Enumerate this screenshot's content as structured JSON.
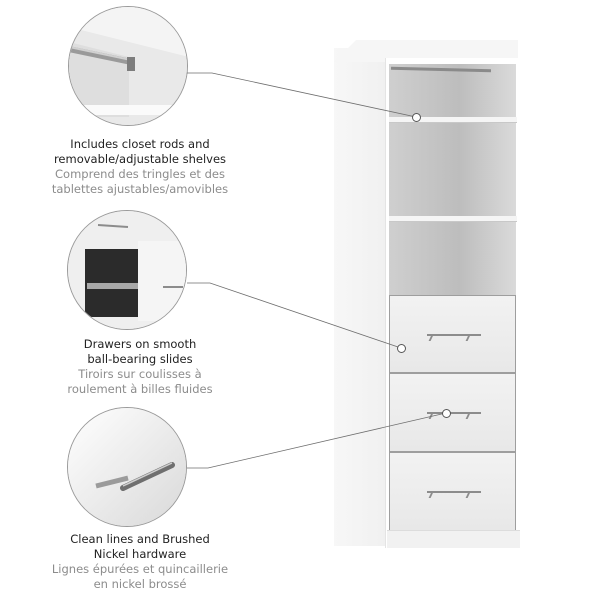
{
  "features": [
    {
      "title_en": "Includes closet rods and removable/adjustable shelves",
      "title_en_line1": "Includes closet rods and",
      "title_en_line2": "removable/adjustable shelves",
      "title_fr_line1": "Comprend des tringles et des",
      "title_fr_line2": "tablettes ajustables/amovibles",
      "image": "closet-rod-closeup"
    },
    {
      "title_en_line1": "Drawers on smooth",
      "title_en_line2": "ball-bearing slides",
      "title_fr_line1": "Tiroirs sur coulisses à",
      "title_fr_line2": "roulement à billes fluides",
      "image": "drawer-slide-closeup"
    },
    {
      "title_en_line1": "Clean lines and Brushed",
      "title_en_line2": "Nickel hardware",
      "title_fr_line1": "Lignes épurées et quincaillerie",
      "title_fr_line2": "en nickel brossé",
      "image": "handle-closeup"
    }
  ],
  "product": {
    "name": "white-storage-cabinet",
    "shelves": 2,
    "drawers": 3,
    "colors": {
      "body": "#ffffff",
      "interior": "#c4c4c4",
      "hardware": "#8c8c8c",
      "leader": "#6e6e6e"
    }
  }
}
